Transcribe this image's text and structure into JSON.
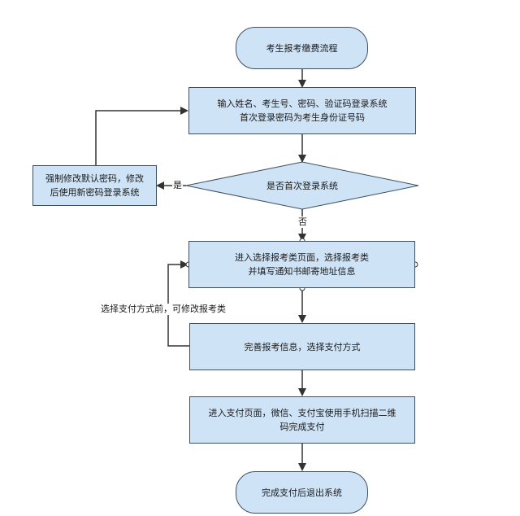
{
  "nodes": {
    "start": {
      "lines": [
        "考生报考缴费流程"
      ]
    },
    "login": {
      "lines": [
        "输入姓名、考生号、密码、验证码登录系统",
        "首次登录密码为考生身份证号码"
      ]
    },
    "first_login": {
      "lines": [
        "是否首次登录系统"
      ]
    },
    "change_pwd": {
      "lines": [
        "强制修改默认密码，修改",
        "后使用新密码登录系统"
      ]
    },
    "select_category": {
      "lines": [
        "进入选择报考类页面，选择报考类",
        "并填写通知书邮寄地址信息"
      ]
    },
    "complete_info": {
      "lines": [
        "完善报考信息，选择支付方式"
      ]
    },
    "payment": {
      "lines": [
        "进入支付页面，微信、支付宝使用手机扫描二维",
        "码完成支付"
      ]
    },
    "end": {
      "lines": [
        "完成支付后退出系统"
      ]
    }
  },
  "edges": {
    "yes_label": "是",
    "no_label": "否",
    "loop_label": "选择支付方式前，可修改报考类"
  }
}
